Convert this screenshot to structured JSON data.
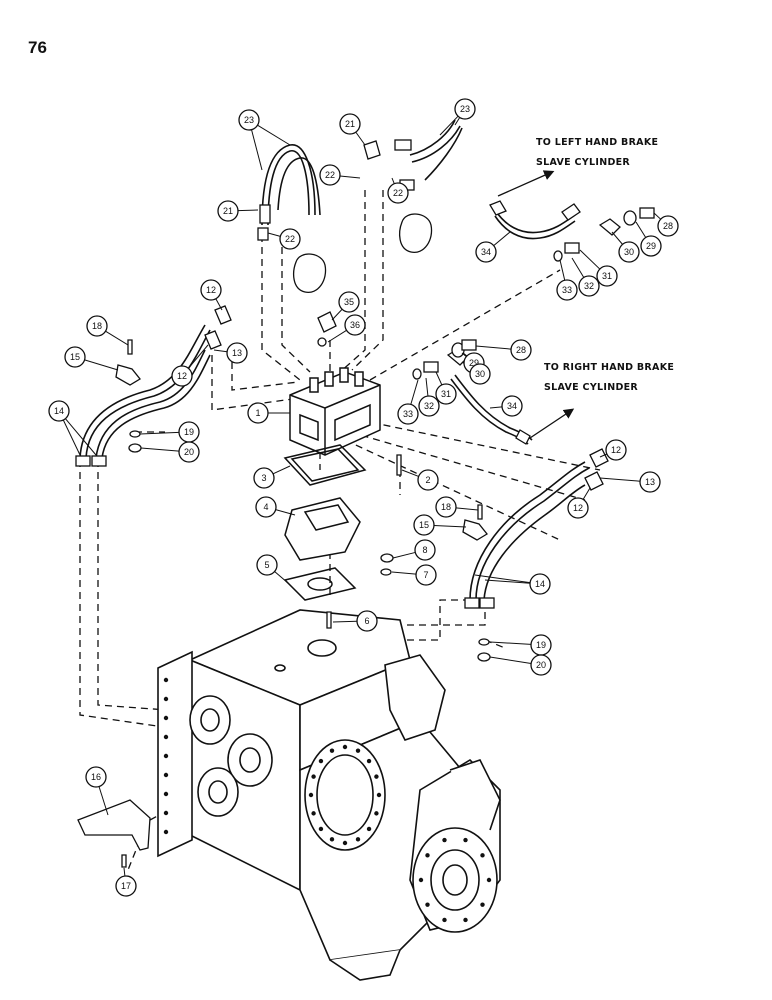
{
  "page": {
    "number": "76"
  },
  "captions": {
    "left_brake_line1": "TO LEFT HAND BRAKE",
    "left_brake_line2": "SLAVE CYLINDER",
    "right_brake_line1": "TO RIGHT HAND BRAKE",
    "right_brake_line2": "SLAVE CYLINDER"
  },
  "callouts": [
    "1",
    "2",
    "3",
    "4",
    "5",
    "6",
    "7",
    "8",
    "12",
    "12",
    "12",
    "12",
    "13",
    "13",
    "14",
    "14",
    "15",
    "15",
    "16",
    "17",
    "18",
    "18",
    "19",
    "19",
    "20",
    "20",
    "21",
    "21",
    "22",
    "22",
    "22",
    "23",
    "23",
    "28",
    "28",
    "29",
    "29",
    "30",
    "30",
    "31",
    "31",
    "32",
    "32",
    "33",
    "33",
    "34",
    "34",
    "35",
    "36"
  ],
  "colors": {
    "ink": "#111111",
    "paper": "#ffffff"
  }
}
